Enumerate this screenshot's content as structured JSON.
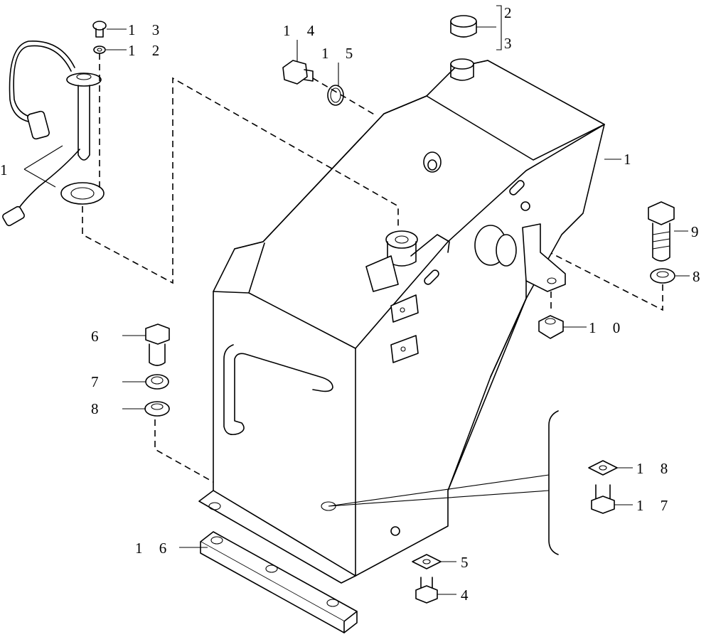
{
  "callouts": {
    "c1_left": "1",
    "c1_right": "1",
    "c2": "2",
    "c3": "3",
    "c4": "4",
    "c5": "5",
    "c6": "6",
    "c7": "7",
    "c8_left": "8",
    "c8_right": "8",
    "c9": "9",
    "c10": "1 0",
    "c12": "1 2",
    "c13": "1 3",
    "c14": "1 4",
    "c15": "1 5",
    "c16": "1 6",
    "c17": "1 7",
    "c18": "1 8"
  },
  "parts": {
    "fuel-tank": "1",
    "level-sender": "1",
    "filler-cap": "2",
    "cap-gasket": "3",
    "bolt-small": "4",
    "nut-square-small": "5",
    "bolt-hex-left": "6",
    "lock-washer": "7",
    "flat-washer": "8",
    "bolt-hex-right": "9",
    "nut-hex": "10",
    "washer-small": "12",
    "screw-small": "13",
    "drain-plug": "14",
    "o-ring": "15",
    "mounting-bar": "16",
    "bolt-alt": "17",
    "nut-square-alt": "18"
  }
}
